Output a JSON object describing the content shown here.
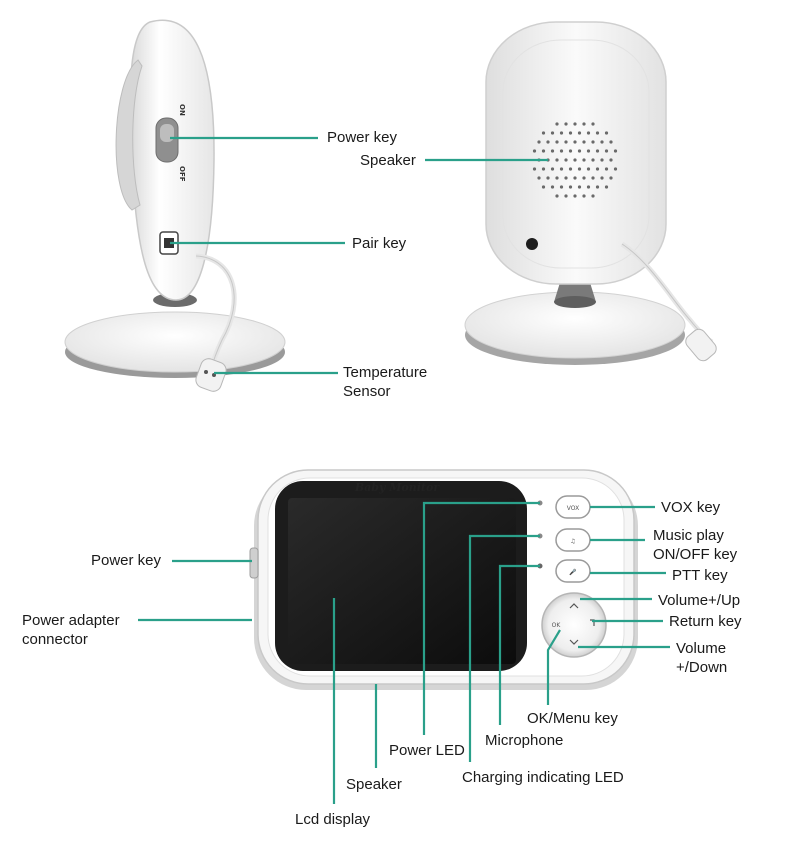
{
  "camera_side": {
    "switch_on": "ON",
    "switch_off": "OFF",
    "labels": {
      "power_key": "Power key",
      "pair_key": "Pair key",
      "temperature_sensor_line1": "Temperature",
      "temperature_sensor_line2": "Sensor"
    }
  },
  "camera_back": {
    "labels": {
      "speaker": "Speaker"
    }
  },
  "parent_unit": {
    "brand_text": "Baby Monitor",
    "button_vox": "VOX",
    "button_ok": "OK",
    "labels": {
      "vox_key": "VOX key",
      "music_play_line1": "Music play",
      "music_play_line2": "ON/OFF key",
      "ptt_key": "PTT key",
      "volume_up": "Volume+/Up",
      "return_key": "Return key",
      "volume_down_line1": "Volume",
      "volume_down_line2": "+/Down",
      "power_key": "Power key",
      "power_adapter_line1": "Power adapter",
      "power_adapter_line2": "connector",
      "ok_menu_key": "OK/Menu key",
      "microphone": "Microphone",
      "power_led": "Power LED",
      "charging_led": "Charging indicating LED",
      "speaker": "Speaker",
      "lcd_display": "Lcd display"
    }
  },
  "colors": {
    "leader_line": "#2aa08a",
    "device_body": "#f4f4f4",
    "screen": "#141414"
  }
}
